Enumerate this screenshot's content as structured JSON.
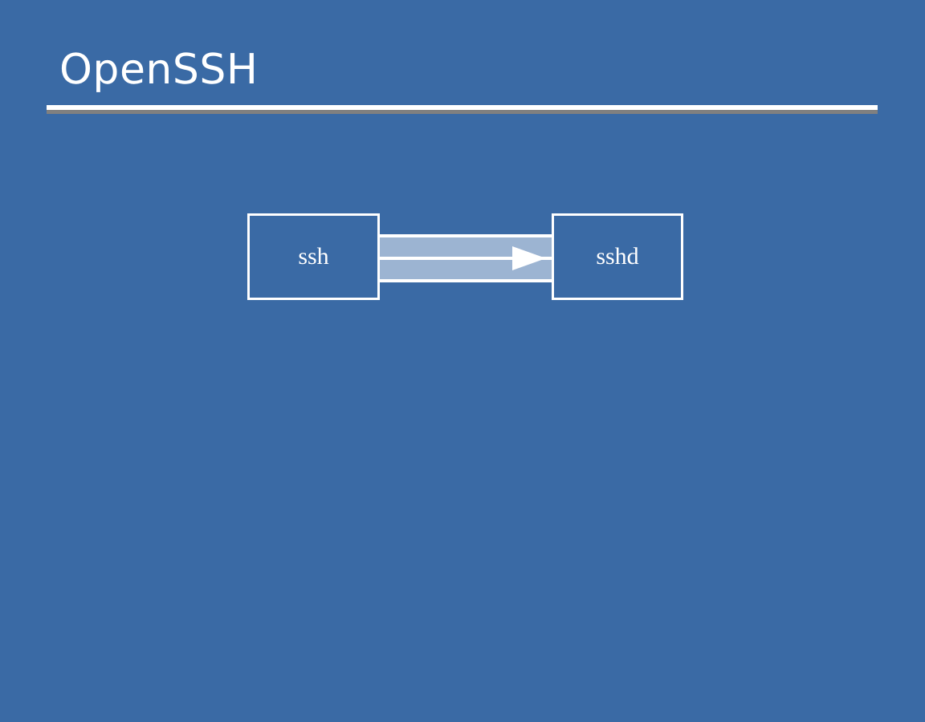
{
  "slide": {
    "title": "OpenSSH",
    "background_color": "#3a6aa5",
    "title_color": "#ffffff",
    "rule_color": "#ffffff",
    "rule_shadow_color": "#808080"
  },
  "diagram": {
    "type": "flow",
    "accent_color": "#9cb4d2",
    "node_border_color": "#ffffff",
    "nodes": [
      {
        "id": "ssh",
        "label": "ssh"
      },
      {
        "id": "sshd",
        "label": "sshd"
      }
    ],
    "connector": {
      "from": "ssh",
      "to": "sshd",
      "direction": "right",
      "style": "double-band-arrow"
    }
  }
}
